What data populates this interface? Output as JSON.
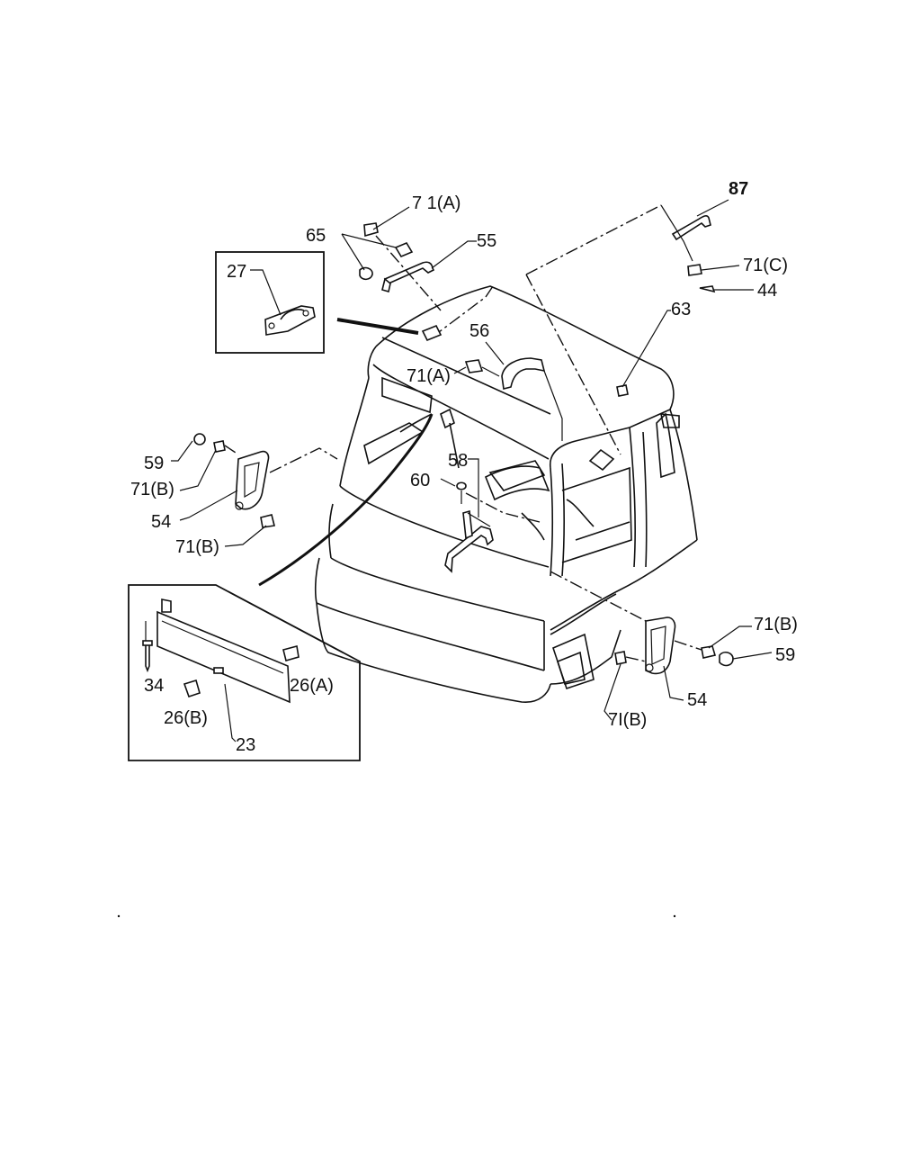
{
  "callouts": {
    "c71a_top": "7 1(A)",
    "c65": "65",
    "c55": "55",
    "c87": "87",
    "c71c": "71(C)",
    "c44": "44",
    "c27": "27",
    "c56": "56",
    "c71a_mid": "71(A)",
    "c63": "63",
    "c59_left": "59",
    "c71b_left1": "71(B)",
    "c54_left": "54",
    "c71b_left2": "71(B)",
    "c58": "58",
    "c60": "60",
    "c34": "34",
    "c26a": "26(A)",
    "c26b": "26(B)",
    "c23": "23",
    "c71b_right1": "71(B)",
    "c59_right": "59",
    "c54_right": "54",
    "c71b_right2": "7I(B)"
  }
}
